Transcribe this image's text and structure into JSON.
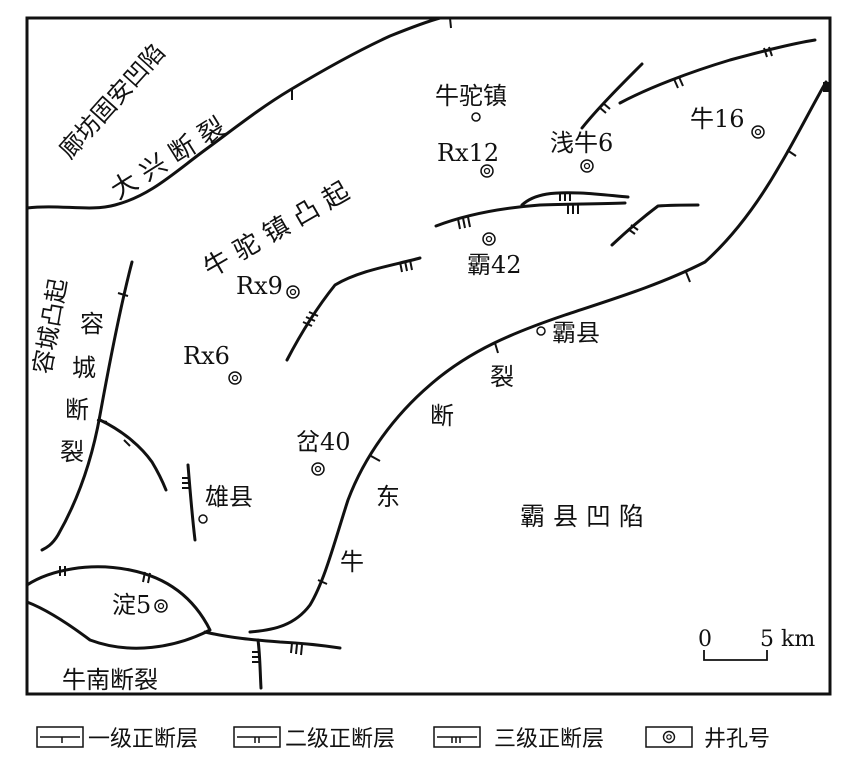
{
  "map": {
    "regions": {
      "langfang_depression": "廊坊固安凹陷",
      "daxing_fault": "大 兴 断 裂",
      "niutuozhen_uplift": "牛 驼 镇 凸 起",
      "rongcheng_uplift": "容城凸起",
      "rongcheng_fault": "容城断裂",
      "niudong_fault": "牛东断裂",
      "baxian_depression": "霸 县 凹 陷",
      "niunan_fault": "牛南断裂"
    },
    "towns": [
      {
        "name": "牛驼镇"
      },
      {
        "name": "霸县"
      },
      {
        "name": "雄县"
      }
    ],
    "wells": [
      {
        "name": "Rx12"
      },
      {
        "name": "浅牛6"
      },
      {
        "name": "牛16"
      },
      {
        "name": "霸42"
      },
      {
        "name": "Rx9"
      },
      {
        "name": "Rx6"
      },
      {
        "name": "岔40"
      },
      {
        "name": "淀5"
      }
    ],
    "scale_bar": {
      "start": "0",
      "end": "5 km"
    }
  },
  "legend": {
    "items": [
      {
        "label": "一级正断层",
        "icon": "fault-level-1-icon"
      },
      {
        "label": "二级正断层",
        "icon": "fault-level-2-icon"
      },
      {
        "label": "三级正断层",
        "icon": "fault-level-3-icon"
      },
      {
        "label": "井孔号",
        "icon": "well-icon"
      }
    ]
  }
}
